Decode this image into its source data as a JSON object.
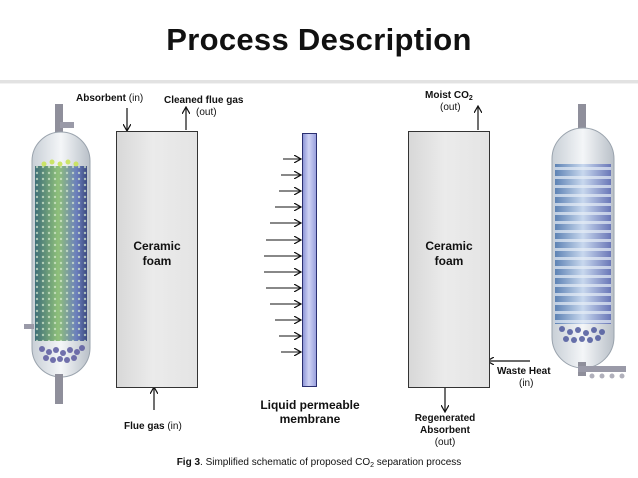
{
  "title": "Process Description",
  "left_column": {
    "absorbent_in_bold": "Absorbent",
    "absorbent_in_suffix": " (in)",
    "cleaned_gas_label": "Cleaned flue gas",
    "cleaned_gas_suffix": "(out)",
    "foam_line1": "Ceramic",
    "foam_line2": "foam",
    "flue_gas_bold": "Flue gas",
    "flue_gas_suffix": " (in)"
  },
  "membrane": {
    "label_line1": "Liquid permeable",
    "label_line2": "membrane"
  },
  "right_column": {
    "moist_co2_prefix": "Moist CO",
    "moist_co2_sub": "2",
    "moist_co2_suffix": "(out)",
    "foam_line1": "Ceramic",
    "foam_line2": "foam",
    "waste_heat_label": "Waste Heat",
    "waste_heat_suffix": "(in)",
    "regen_line1": "Regenerated",
    "regen_line2": "Absorbent",
    "regen_suffix": "(out)"
  },
  "caption": {
    "bold": "Fig 3",
    "text_before_sub": ". Simplified schematic of proposed CO",
    "sub": "2",
    "text_after_sub": " separation process"
  },
  "colors": {
    "membrane": "#b3b8ea",
    "foam": "#e3e3e3",
    "column_packing_left": "#5f9a8a",
    "column_packing_right": "#8fb0d8"
  }
}
